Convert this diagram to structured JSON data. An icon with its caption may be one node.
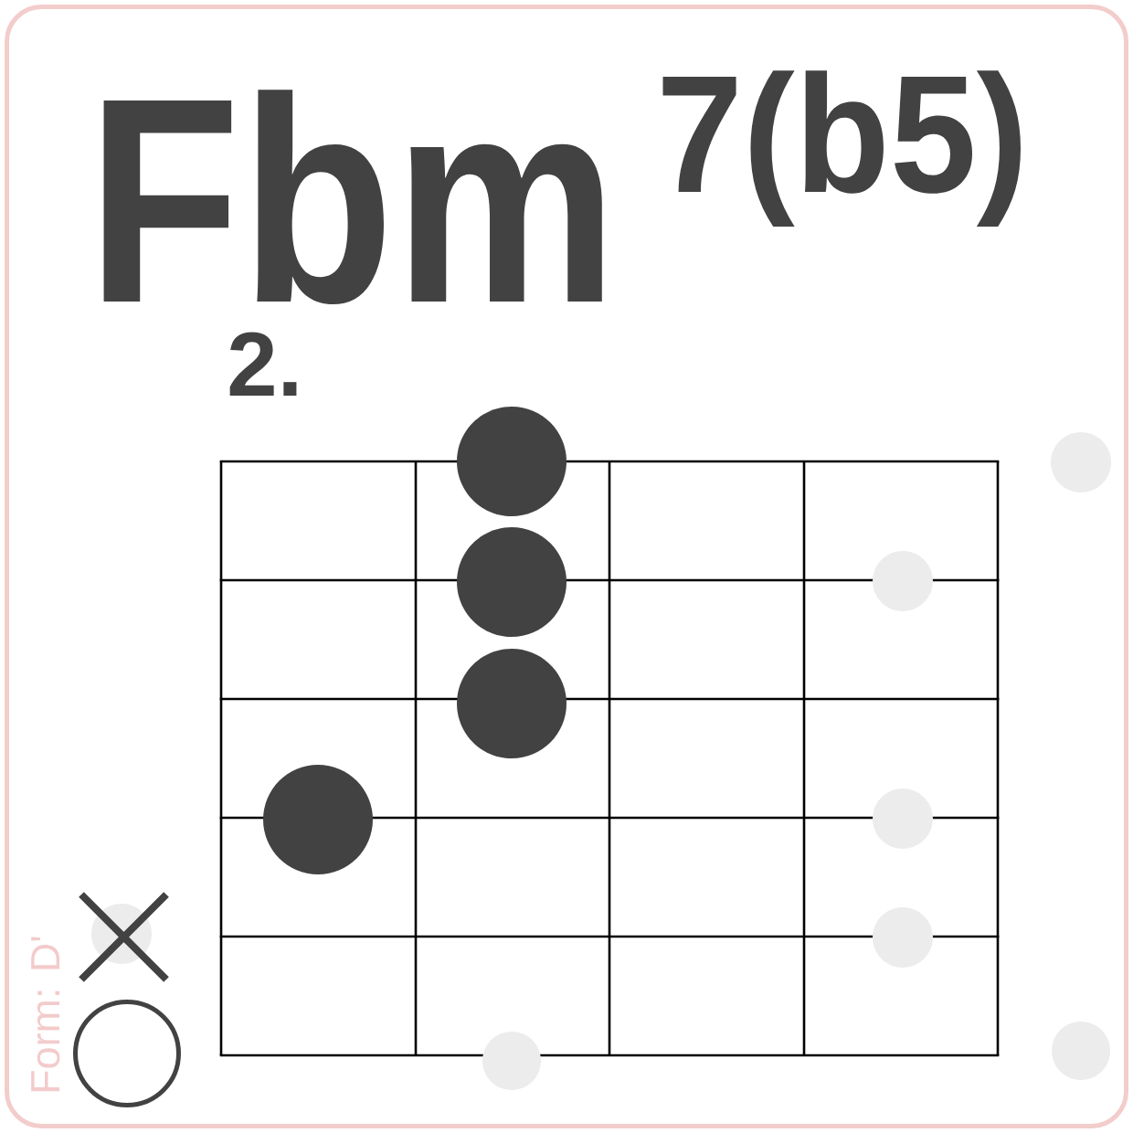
{
  "diagram": {
    "title": "Fbm",
    "nodes": [
      {
        "text": [],
        "shape": "circle"
      },
      {
        "text": [],
        "shape": "circle"
      },
      {
        "text": [],
        "shape": "circle"
      },
      {
        "text": [],
        "shape": "circle"
      },
      {
        "text": [],
        "shape": "cross"
      },
      {
        "text": [],
        "shape": "circle"
      }
    ],
    "labels": [
      "7(b5)",
      "2.",
      "Form: D'"
    ]
  }
}
